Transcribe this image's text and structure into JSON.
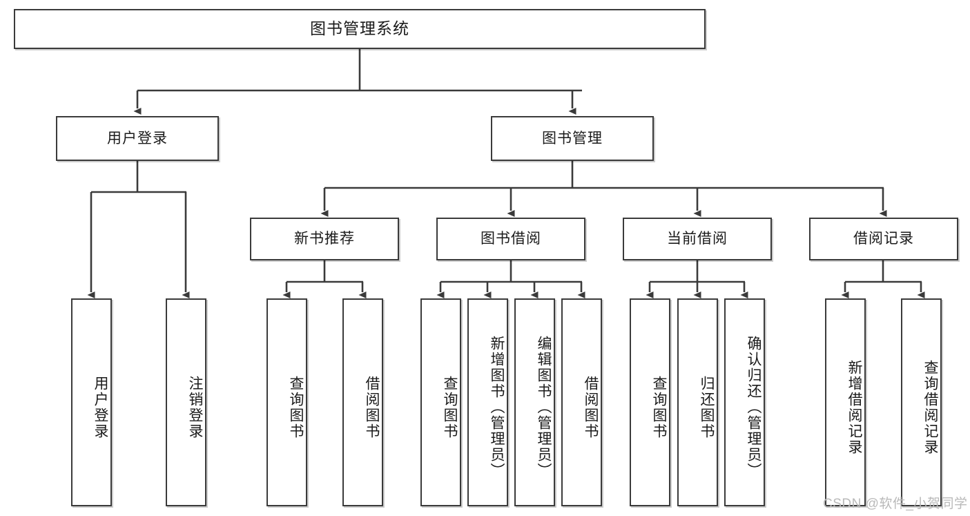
{
  "diagram": {
    "title": "图书管理系统",
    "type": "tree-hierarchy-chart",
    "root": {
      "label": "图书管理系统"
    },
    "level1": [
      {
        "label": "用户登录"
      },
      {
        "label": "图书管理"
      }
    ],
    "level2": [
      {
        "label": "新书推荐"
      },
      {
        "label": "图书借阅"
      },
      {
        "label": "当前借阅"
      },
      {
        "label": "借阅记录"
      }
    ],
    "leaves": {
      "user_login": [
        {
          "label": "用户登录"
        },
        {
          "label": "注销登录"
        }
      ],
      "new_book_recommend": [
        {
          "label": "查询图书"
        },
        {
          "label": "借阅图书"
        }
      ],
      "book_borrow": [
        {
          "label": "查询图书"
        },
        {
          "label": "新增图书（管理员）"
        },
        {
          "label": "编辑图书（管理员）"
        },
        {
          "label": "借阅图书"
        }
      ],
      "current_borrow": [
        {
          "label": "查询图书"
        },
        {
          "label": "归还图书"
        },
        {
          "label": "确认归还（管理员）"
        }
      ],
      "borrow_record": [
        {
          "label": "新增借阅记录"
        },
        {
          "label": "查询借阅记录"
        }
      ]
    }
  },
  "watermark": {
    "text": "CSDN @软件_小贺同学"
  },
  "colors": {
    "border": "#3a3a3a",
    "background": "#ffffff",
    "text": "#1a1a1a",
    "watermark": "#b9b9b9"
  }
}
